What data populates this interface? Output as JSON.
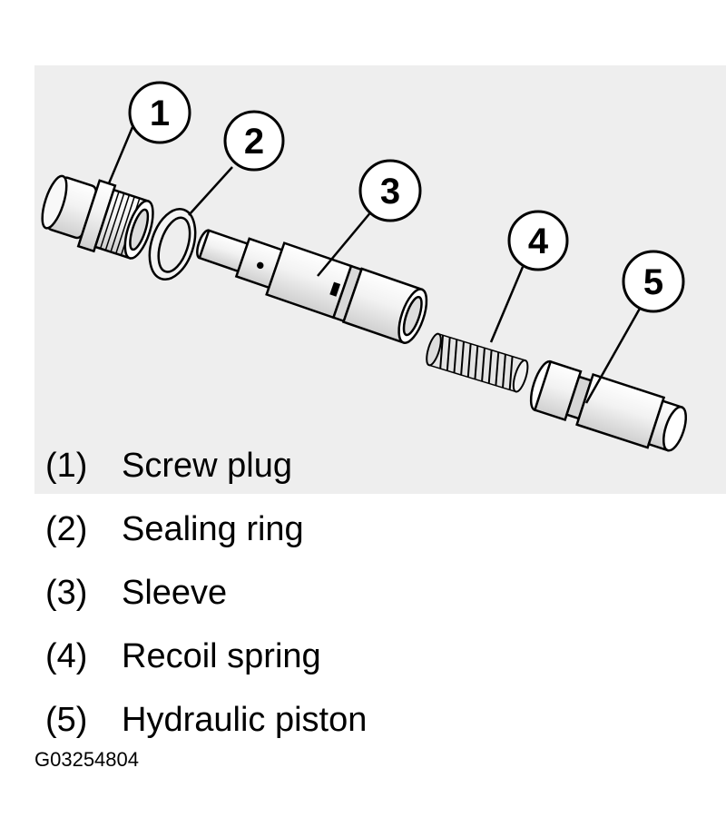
{
  "callouts": [
    "1",
    "2",
    "3",
    "4",
    "5"
  ],
  "legend": [
    {
      "num": "(1)",
      "label": "Screw plug"
    },
    {
      "num": "(2)",
      "label": "Sealing ring"
    },
    {
      "num": "(3)",
      "label": "Sleeve"
    },
    {
      "num": "(4)",
      "label": "Recoil spring"
    },
    {
      "num": "(5)",
      "label": "Hydraulic piston"
    }
  ],
  "figure_code": "G03254804",
  "colors": {
    "panel": "#eeeeee",
    "part_fill": "#f4f4f4",
    "part_shade": "#d4d4d4",
    "line": "#000000"
  }
}
